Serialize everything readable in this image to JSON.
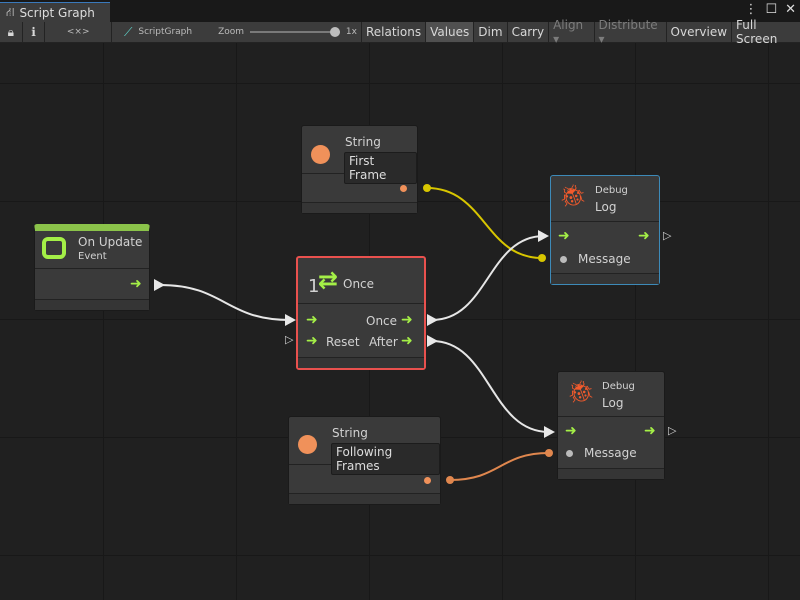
{
  "window": {
    "tab_title": "Script Graph"
  },
  "toolbar": {
    "lock": "lock-icon",
    "info": "info-icon",
    "embed": "<×>",
    "graph_name": "ScriptGraph",
    "zoom_label": "Zoom",
    "zoom_value": "1x",
    "zoom_level": 1.0,
    "buttons": [
      {
        "label": "Relations"
      },
      {
        "label": "Values",
        "active": true
      },
      {
        "label": "Dim"
      },
      {
        "label": "Carry"
      },
      {
        "label": "Align ▾",
        "disabled": true
      },
      {
        "label": "Distribute ▾",
        "disabled": true
      },
      {
        "label": "Overview"
      },
      {
        "label": "Full Screen"
      }
    ]
  },
  "colors": {
    "string": "#f0915a",
    "flow": "#a4ef47",
    "selected": "#e9514e",
    "debug": "#f25a2c",
    "yellow": "#d8c600"
  },
  "nodes": {
    "string1": {
      "title": "String",
      "value": "First Frame"
    },
    "on_update": {
      "title": "On Update",
      "subtitle": "Event"
    },
    "once": {
      "count": "1",
      "title": "Once",
      "out_once": "Once",
      "in_reset": "Reset",
      "out_after": "After"
    },
    "debug1": {
      "category": "Debug",
      "title": "Log",
      "message": "Message"
    },
    "debug2": {
      "category": "Debug",
      "title": "Log",
      "message": "Message"
    },
    "string2": {
      "title": "String",
      "value": "Following Frames"
    }
  }
}
